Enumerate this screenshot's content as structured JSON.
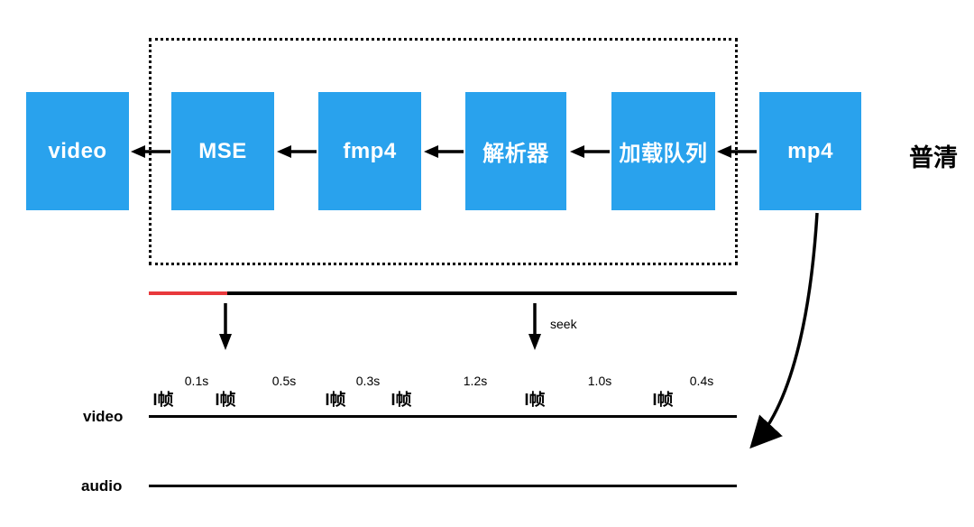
{
  "diagram": {
    "boxes": [
      {
        "label": "video"
      },
      {
        "label": "MSE"
      },
      {
        "label": "fmp4"
      },
      {
        "label": "解析器"
      },
      {
        "label": "加载队列"
      },
      {
        "label": "mp4"
      }
    ],
    "quality_label": "普清",
    "seek_label": "seek",
    "tracks": {
      "video_label": "video",
      "audio_label": "audio",
      "iframe_labels": [
        "I帧",
        "I帧",
        "I帧",
        "I帧",
        "I帧",
        "I帧"
      ],
      "gap_durations": [
        "0.1s",
        "0.5s",
        "0.3s",
        "1.2s",
        "1.0s",
        "0.4s"
      ]
    },
    "colors": {
      "box_fill": "#29A2ED",
      "box_text": "#FFFFFF",
      "progress_played": "#E8393C",
      "progress_remaining": "#000000",
      "line": "#000000"
    }
  }
}
